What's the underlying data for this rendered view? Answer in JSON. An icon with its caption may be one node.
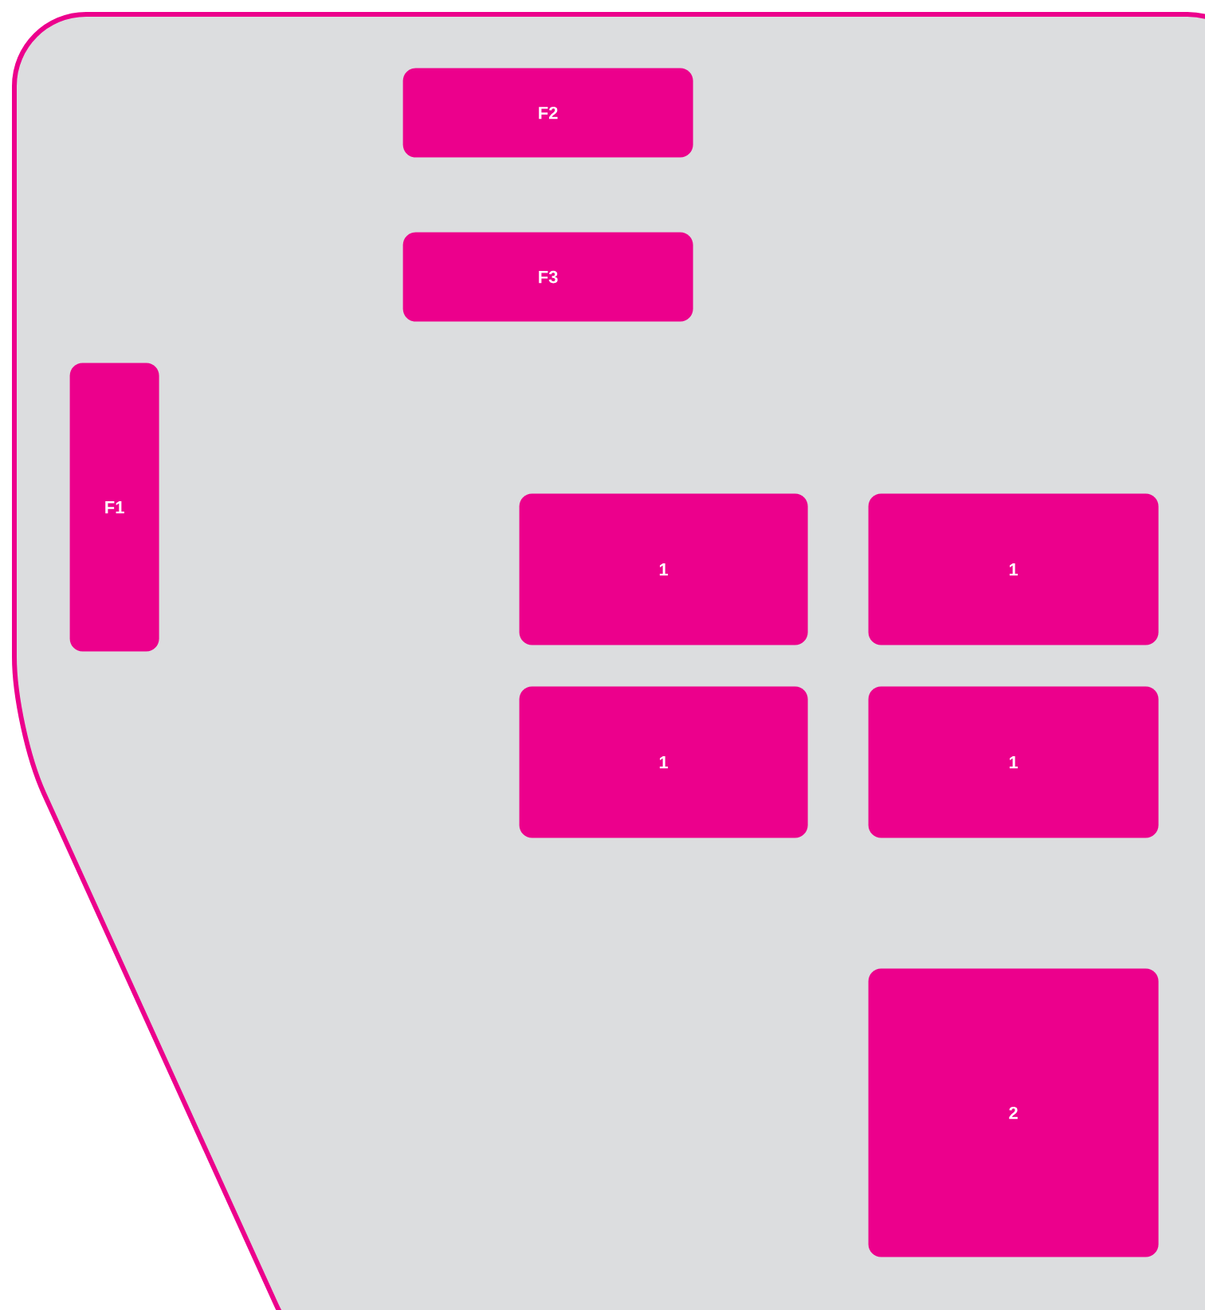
{
  "diagram": {
    "nodes": [
      {
        "text": [],
        "shape": "box"
      },
      {
        "text": [
          "F2"
        ],
        "in": 0
      },
      {
        "text": [
          "F3"
        ],
        "in": 0
      },
      {
        "text": [
          "F1"
        ],
        "in": 0
      },
      {
        "text": [
          "1"
        ],
        "in": 0
      },
      {
        "text": [
          "1"
        ],
        "in": 0
      },
      {
        "text": [
          "1"
        ],
        "in": 0
      },
      {
        "text": [
          "1"
        ],
        "in": 0
      },
      {
        "text": [
          "2"
        ],
        "in": 0
      }
    ]
  }
}
